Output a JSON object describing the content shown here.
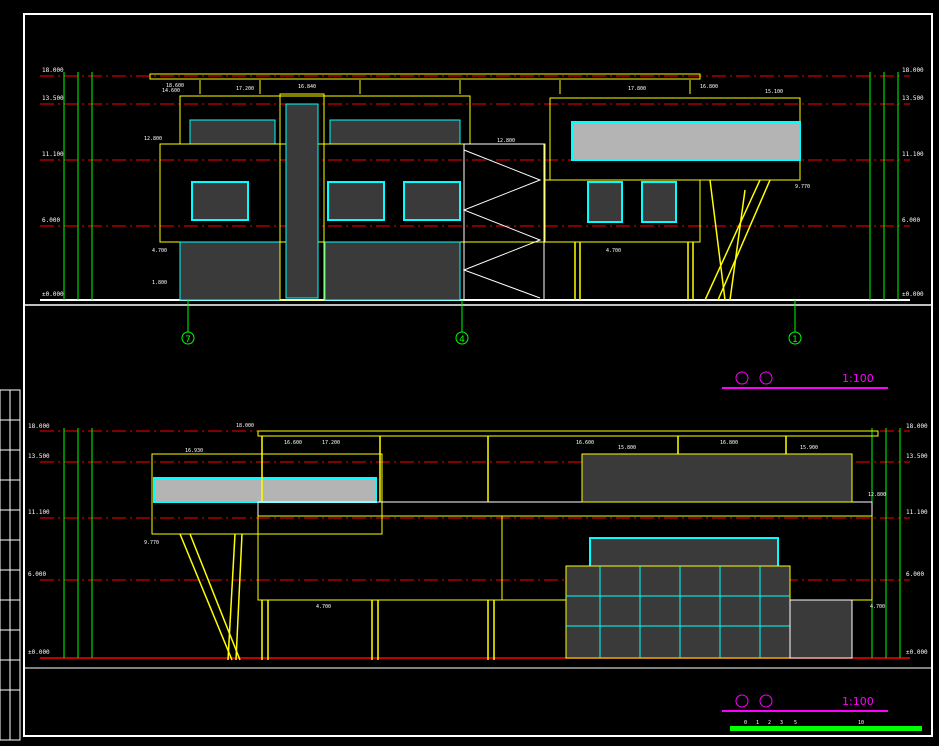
{
  "colors": {
    "background": "#000000",
    "frame": "#ffffff",
    "wall": "#ffff00",
    "glass": "#00ffff",
    "grid_line": "#ff0000",
    "dimension": "#00ff00",
    "annotation": "#ff00ff",
    "panel_fill": "#3a3a3a",
    "light_panel": "#b4b4b4"
  },
  "top_elevation": {
    "level_marks_left": [
      "18.000",
      "13.500",
      "11.100",
      "6.000",
      "±0.000"
    ],
    "level_marks_right": [
      "18.000",
      "13.500",
      "11.100",
      "6.000",
      "±0.000"
    ],
    "level_marks_inner": [
      "18.600",
      "14.600",
      "17.200",
      "16.840",
      "17.800",
      "16.800",
      "15.100",
      "12.800",
      "9.770",
      "4.700",
      "1.800",
      "4.700",
      "12.800"
    ],
    "axis_labels": [
      "7",
      "4",
      "1"
    ],
    "scale_caption": "1:100"
  },
  "bottom_elevation": {
    "level_marks_left": [
      "18.000",
      "13.500",
      "11.100",
      "6.000",
      "±0.000"
    ],
    "level_marks_right": [
      "18.000",
      "13.500",
      "11.100",
      "6.000",
      "±0.000"
    ],
    "level_marks_inner": [
      "18.000",
      "16.930",
      "16.600",
      "17.200",
      "16.600",
      "15.800",
      "16.800",
      "15.900",
      "12.800",
      "9.770",
      "4.700",
      "4.700"
    ],
    "scale_caption": "1:100"
  },
  "scale_bar_numbers": [
    "0",
    "1",
    "2",
    "3",
    "5",
    "10"
  ]
}
